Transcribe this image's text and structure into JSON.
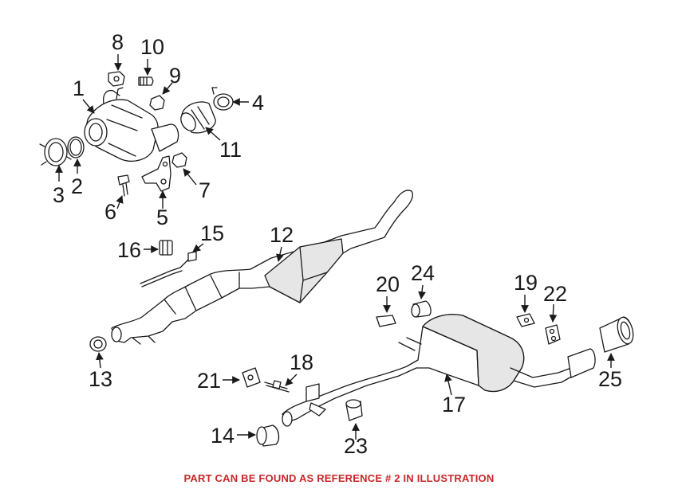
{
  "diagram": {
    "callouts": [
      {
        "id": "1",
        "label": "1"
      },
      {
        "id": "2",
        "label": "2"
      },
      {
        "id": "3",
        "label": "3"
      },
      {
        "id": "4",
        "label": "4"
      },
      {
        "id": "5",
        "label": "5"
      },
      {
        "id": "6",
        "label": "6"
      },
      {
        "id": "7",
        "label": "7"
      },
      {
        "id": "8",
        "label": "8"
      },
      {
        "id": "9",
        "label": "9"
      },
      {
        "id": "10",
        "label": "10"
      },
      {
        "id": "11",
        "label": "11"
      },
      {
        "id": "12",
        "label": "12"
      },
      {
        "id": "13",
        "label": "13"
      },
      {
        "id": "14",
        "label": "14"
      },
      {
        "id": "15",
        "label": "15"
      },
      {
        "id": "16",
        "label": "16"
      },
      {
        "id": "17",
        "label": "17"
      },
      {
        "id": "18",
        "label": "18"
      },
      {
        "id": "19",
        "label": "19"
      },
      {
        "id": "20",
        "label": "20"
      },
      {
        "id": "21",
        "label": "21"
      },
      {
        "id": "22",
        "label": "22"
      },
      {
        "id": "23",
        "label": "23"
      },
      {
        "id": "24",
        "label": "24"
      },
      {
        "id": "25",
        "label": "25"
      }
    ]
  },
  "footer": {
    "text": "PART CAN BE FOUND AS REFERENCE # 2 IN ILLUSTRATION",
    "color": "#c62828"
  }
}
